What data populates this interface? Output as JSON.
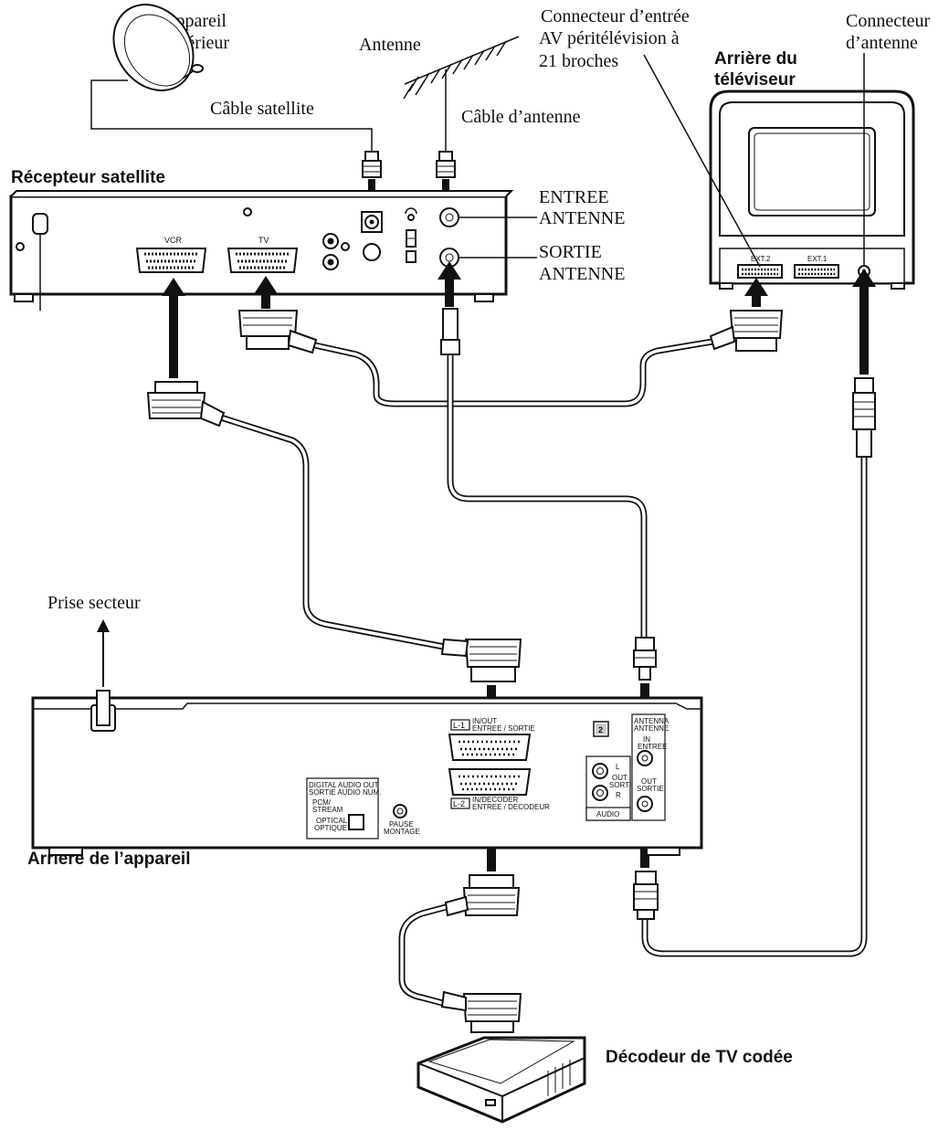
{
  "labels": {
    "outdoor_unit": [
      "Appareil",
      "extérieur"
    ],
    "satellite_cable": "Câble satellite",
    "antenna": "Antenne",
    "antenna_cable": "Câble d’antenne",
    "scart_connector": [
      "Connecteur d’entrée",
      "AV péritélévision à",
      "21 broches"
    ],
    "tv_rear": [
      "Arrière du",
      "téléviseur"
    ],
    "antenna_connector": [
      "Connecteur",
      "d’antenne"
    ],
    "satellite_receiver": "Récepteur satellite",
    "antenna_in": [
      "ENTREE",
      "ANTENNE"
    ],
    "antenna_out": [
      "SORTIE",
      "ANTENNE"
    ],
    "mains_outlet": "Prise secteur",
    "unit_rear": "Arrière de l’appareil",
    "decoder": "Décodeur de TV codée"
  },
  "panel": {
    "receiver_vcr": "VCR",
    "receiver_tv": "TV",
    "tv_ext2": "EXT.2",
    "tv_ext1": "EXT.1",
    "l1": "L-1",
    "l1_desc": [
      "IN/OUT",
      "ENTREE / SORTIE"
    ],
    "l2": "L-2",
    "l2_desc": [
      "IN/DECODER",
      "ENTREE / DECODEUR"
    ],
    "digital_audio": [
      "DIGITAL AUDIO OUT",
      "SORTIE AUDIO NUM."
    ],
    "pcm_stream": [
      "PCM/",
      "STREAM"
    ],
    "optical": [
      "OPTICAL",
      "OPTIQUE"
    ],
    "pause": [
      "PAUSE",
      "MONTAGE"
    ],
    "audio": "AUDIO",
    "audio_l": "L",
    "audio_r": "R",
    "audio_out": [
      "OUT",
      "SORTIE"
    ],
    "antenna_hdr": [
      "ANTENNA",
      "ANTENNE"
    ],
    "ant_in": [
      "IN",
      "ENTREE"
    ],
    "ant_out": [
      "OUT",
      "SORTIE"
    ],
    "badge": "2"
  }
}
